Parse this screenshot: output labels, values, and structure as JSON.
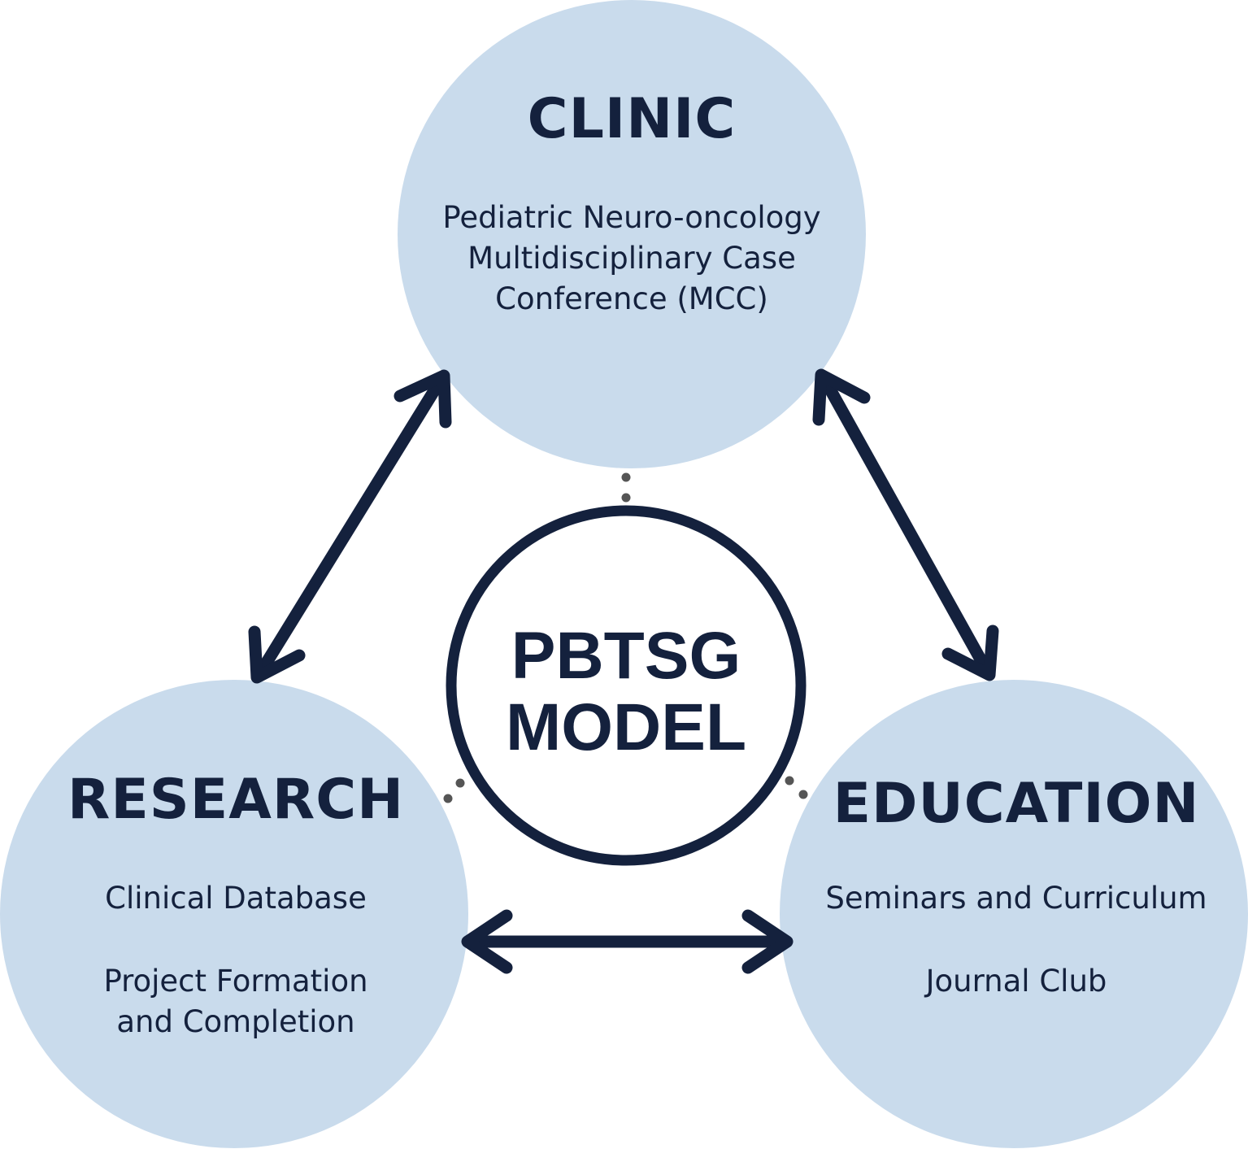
{
  "colors": {
    "node_fill": "#c9dbec",
    "ink": "#14213d",
    "dot": "#555555",
    "background": "#ffffff"
  },
  "center": {
    "line1": "PBTSG",
    "line2": "MODEL"
  },
  "clinic": {
    "title": "CLINIC",
    "line1": "Pediatric Neuro-oncology",
    "line2": "Multidisciplinary Case",
    "line3": "Conference (MCC)"
  },
  "research": {
    "title": "RESEARCH",
    "item1": "Clinical Database",
    "item2_line1": "Project Formation",
    "item2_line2": "and Completion"
  },
  "education": {
    "title": "EDUCATION",
    "item1": "Seminars and Curriculum",
    "item2": "Journal Club"
  }
}
